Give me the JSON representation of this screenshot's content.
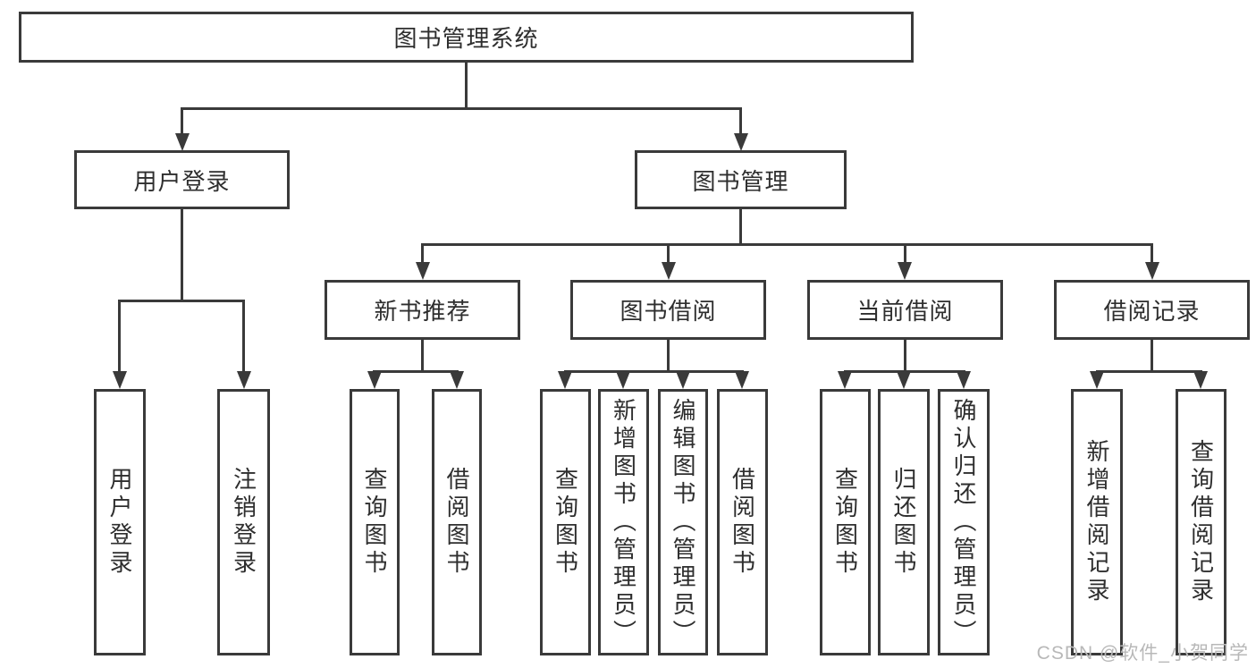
{
  "diagram": {
    "root": {
      "label": "图书管理系统"
    },
    "level2": [
      {
        "label": "用户登录",
        "children": [
          {
            "label": "用户登录"
          },
          {
            "label": "注销登录"
          }
        ]
      },
      {
        "label": "图书管理",
        "children": [
          {
            "label": "新书推荐",
            "children": [
              {
                "label": "查询图书"
              },
              {
                "label": "借阅图书"
              }
            ]
          },
          {
            "label": "图书借阅",
            "children": [
              {
                "label": "查询图书"
              },
              {
                "label": "新增图书（管理员）"
              },
              {
                "label": "编辑图书（管理员）"
              },
              {
                "label": "借阅图书"
              }
            ]
          },
          {
            "label": "当前借阅",
            "children": [
              {
                "label": "查询图书"
              },
              {
                "label": "归还图书"
              },
              {
                "label": "确认归还（管理员）"
              }
            ]
          },
          {
            "label": "借阅记录",
            "children": [
              {
                "label": "新增借阅记录"
              },
              {
                "label": "查询借阅记录"
              }
            ]
          }
        ]
      }
    ]
  },
  "watermark": {
    "text": "CSDN @软件_小贺同学"
  },
  "colors": {
    "line": "#3a3a3a",
    "text": "#2e2e2e",
    "watermark": "#b8b8b8",
    "background": "#ffffff"
  }
}
